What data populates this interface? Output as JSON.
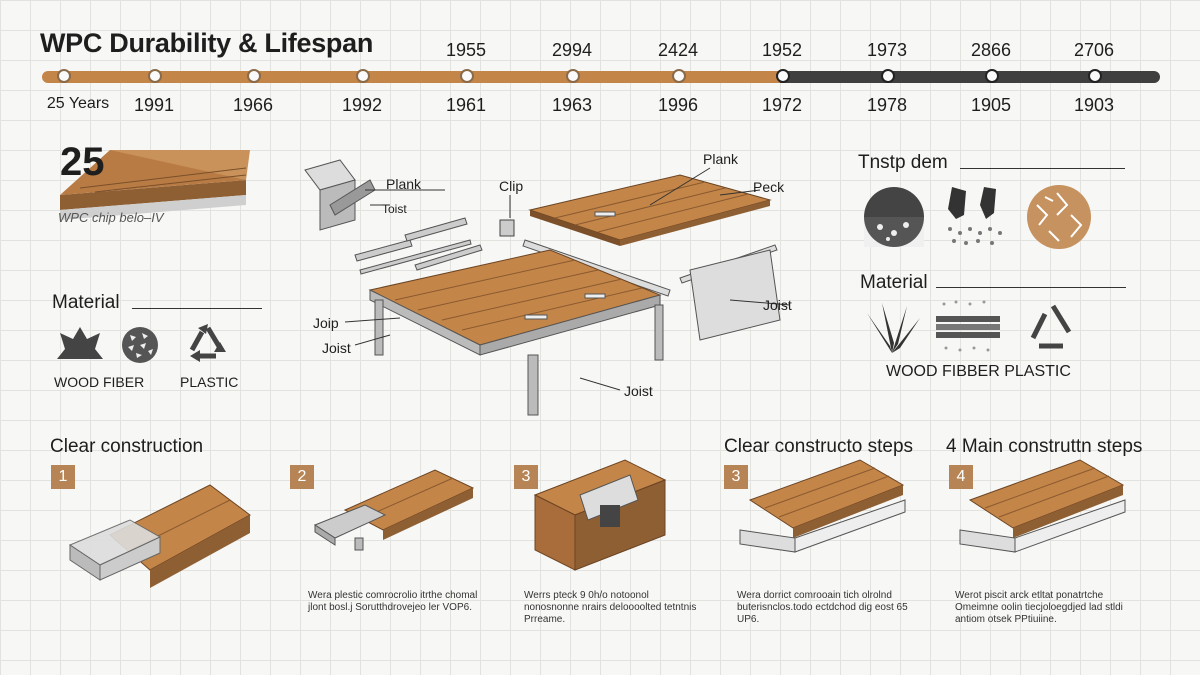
{
  "title": "WPC Durability & Lifespan",
  "timeline": {
    "top_labels": [
      "1955",
      "2994",
      "2424",
      "1952",
      "1973",
      "2866",
      "2706"
    ],
    "bottom_labels": [
      "25 Years",
      "1991",
      "1966",
      "1992",
      "1961",
      "1963",
      "1996",
      "1972",
      "1978",
      "1905",
      "1903"
    ]
  },
  "badge": {
    "number": "25",
    "caption": "WPC  chip  belo–IV"
  },
  "left_material": {
    "heading": "Material",
    "labels": [
      "WOOD FIBER",
      "PLASTIC"
    ]
  },
  "diagram_callouts": {
    "plank_small": "Plank",
    "toist": "Toist",
    "clip": "Clip",
    "plank_top": "Plank",
    "peck": "Peck",
    "joist_right": "Joist",
    "joip": "Joip",
    "joist_left": "Joist",
    "joist_bottom": "Joist"
  },
  "right_panel": {
    "test_heading": "Tnstp dem",
    "material_heading": "Material",
    "material_label": "WOOD FIBBER PLASTIC"
  },
  "sections": {
    "left_heading": "Clear construction",
    "mid_heading": "Clear constructo steps",
    "right_heading": "4 Main construttn steps"
  },
  "steps": [
    {
      "num": "1",
      "caption": ""
    },
    {
      "num": "2",
      "caption": "Wera plestic comrocrolio itrthe chomal jlont bosl.j Sorutthdrovejeo ler VOP6."
    },
    {
      "num": "3",
      "caption": "Werrs pteck 9 0h/o notoonol nonosnonne nrairs deloooolted tetntnis Prreame."
    },
    {
      "num": "3",
      "caption": "Wera dorrict comrooain tich olrolnd buterisnclos.todo ectdchod dig eost 65 UP6."
    },
    {
      "num": "4",
      "caption": "Werot piscit arck etltat ponatrtche Omeimne oolin tiecjoloegdjed lad stldi antiom otsek PPtiuiine."
    }
  ]
}
